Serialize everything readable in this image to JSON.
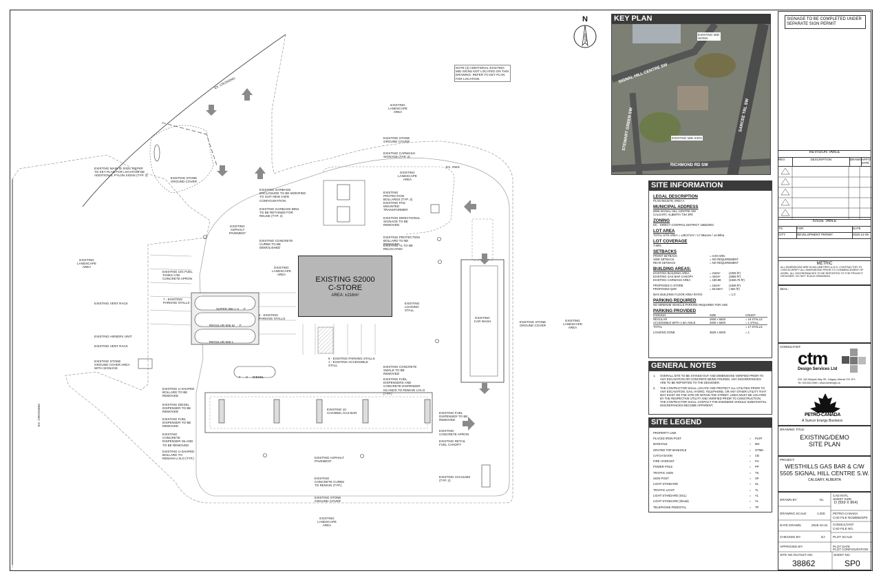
{
  "north": {
    "letter": "N",
    "text": "TRUE"
  },
  "key_plan": {
    "title": "KEY PLAN",
    "streets": [
      "SIGNAL HILL CENTRE SW",
      "STEWART GREEN SW",
      "SARCEE TRL SW",
      "RICHMOND RD SW"
    ],
    "callouts": [
      "EXISTING MID SIGNS",
      "EXISTING MID SIGN"
    ]
  },
  "signage_note": "SIGNAGE TO BE COMPLETED UNDER SEPARATE SIGN PERMIT",
  "mid_sign_note": "NOTE (2) ADDITIONAL EXISTING MID SIGNS NOT LOCATED ON THIS DRAWING. REFER TO KEY PLAN FOR LOCATION.",
  "store": {
    "title1": "EXISTING S2000",
    "title2": "C-STORE",
    "area": "AREA: ±216m²"
  },
  "plan_labels": [
    "EXISTING LANDSCAPE AREA",
    "EXISTING STONE GROUND COVER",
    "EXISTING CARWASH SIGNAGE (TYP. 2)",
    "EXISTING LANDSCAPE AREA",
    "EXISTING MAIN ID SIGN. REFER TO KEY PLAN FOR LOCATION OF ADDITIONAL PYLON SIGNS (TYP. 3)",
    "EXISTING STONE GROUND COVER",
    "EXISTING GARBAGE ENCLOSURE TO BE MODIFIED TO SUIT NEW 2-BIN CONFIGURATION",
    "EXISTING GARBAGE BINS TO BE RETAINED FOR REUSE (TYP. 2)",
    "EXISTING ASPHALT PAVEMENT",
    "EXISTING CONCRETE CURBS TO BE DEMOLISHED",
    "EXISTING PROTECTION BOLLARDS (TYP. 2)",
    "EXISTING PAD MOUNTED TRANSFORMER",
    "EXISTING DIRECTIONAL SIGNAGE TO BE REMOVED",
    "EXISTING PROTECTION BOLLARD TO BE REMOVED",
    "EXISTING YL TO BE RELOCATED",
    "EXISTING LANDSCAPE AREA",
    "EXISTING LANDSCAPE AREA",
    "EXISTING U/G FUEL TANKS C/W CONCRETE APRON",
    "7 - EXISTING PARKING STALLS",
    "4 - EXISTING PARKING STALLS",
    "EXISTING VENT RACK",
    "EXISTING AIRSERV UNIT",
    "EXISTING VENT RACK",
    "EXISTING STONE GROUND COVER AREA WITH SIGNAGE",
    "EXISTING LOADING STALL",
    "EXISTING CAR WASH",
    "EXISTING STONE GROUND COVER",
    "EXISTING LANDSCAPE AREA",
    "5 - EXISTING PARKING STALLS\n1 - EXISTING ACCESSIBLE STALL",
    "EXISTING CONCRETE SWALE TO BE REMOVED",
    "EXISTING FUEL DISPENSERS AND CONCRETE DISPENSER ISLANDS TO REMAIN U.N.O (TYP.)",
    "EXISTING U-SHAPED BOLLARD TO BE REMOVED",
    "EXISTING DIESEL DISPENSER TO BE REMOVED",
    "EXISTING FUEL DISPENSER TO BE REMOVED",
    "EXISTING CONCRETE DISPENSER ISLAND TO BE REMOVED",
    "EXISTING U-SHAPED BOLLARD TO REMAIN U.N.O (TYP.)",
    "EXISTING 10 CHANNEL GAS BAR",
    "EXISTING FUEL DISPENSER TO BE REMOVED",
    "EXISTING CONCRETE APRON",
    "EXISTING RETAIL FUEL CANOPY",
    "EXISTING ASPHALT PAVEMENT",
    "EXISTING CONCRETE CURBS TO REMAIN (TYP.)",
    "EXISTING VACUUMS (TYP. 2)",
    "EXISTING STONE GROUND COVER",
    "EXISTING LANDSCAPE AREA",
    "EX. CROSSING",
    "EX. CROSSING",
    "EX. OWS"
  ],
  "tank_labels": [
    "SUPER 35K L",
    "V",
    "F",
    "REGULAR 50K L",
    "V",
    "F",
    "REGULAR 50K L",
    "DIESEL",
    "V",
    "F"
  ],
  "site_info": {
    "title": "SITE INFORMATION",
    "legal_h": "LEGAL DESCRIPTION",
    "legal": "PLAN 0813278; AREA A",
    "addr_h": "MUNICIPAL ADDRESS",
    "addr1": "5505 SIGNAL HILL CENTRE SW",
    "addr2": "CALGARY, ALBERTA T3H 3P8",
    "zoning_h": "ZONING",
    "zoning": "DC - DIRECT CONTROL DISTRICT 16BZ2003",
    "lot_h": "LOT AREA",
    "lot": "TOTAL SITE AREA = ±28,571m² / ±7.06acres / ±2.86ha",
    "cov_h": "LOT COVERAGE",
    "cov": "7.66%",
    "setback_h": "SETBACKS",
    "setbacks": [
      [
        "FRONT SETBACK",
        "= 3.0m MIN."
      ],
      [
        "SIDE SETBACK",
        "= NO REQUIREMENT"
      ],
      [
        "REAR SETBACK",
        "= NO REQUIREMENT"
      ]
    ],
    "bldg_h": "BUILDING AREAS:",
    "bldg": [
      [
        "EXISTING BUILDING AREA",
        "= 216m²",
        "(2325 ft²)"
      ],
      [
        "EXISTING GAS BAR CANOPY",
        "= 424m²",
        "(4565 ft²)"
      ],
      [
        "EXISTING CARWASH AREA",
        "= 180.88",
        "(1946.76 ft²)"
      ]
    ],
    "bldg2": [
      [
        "PROPOSED C-STORE",
        "= 152m²",
        "(1636 ft²)"
      ],
      [
        "PROPOSED QSR",
        "= 84.50m²",
        "( 864 ft²)"
      ]
    ],
    "far": [
      "MAX BUILDING FLOOR AREA RATIO",
      "= 1.0"
    ],
    "preq_h": "PARKING REQUIRED",
    "preq": "NO MINIMUM VEHICLE PARKING REQUIRED FOR USE",
    "pprov_h": "PARKING PROVIDED",
    "pprov_cols": [
      "PARKING",
      "SIZE",
      "COUNT"
    ],
    "pprov": [
      [
        "REGULAR",
        "2600 x 5500",
        "= 16 STALLS"
      ],
      [
        "ACCESSIBLE WITH 1.5m AISLE",
        "4000 x 5500",
        "= 1 STALL"
      ]
    ],
    "total": [
      "TOTAL",
      "= 17 STALLS"
    ],
    "loading": [
      "LOADING ZONE",
      "3620 x 9200",
      "= 1"
    ]
  },
  "notes": {
    "title": "GENERAL NOTES",
    "items": [
      "OVERALL SITE TO BE STAKED-OUT AND DIMENSIONS VERIFIED PRIOR TO ANY EXCAVATION OR CONCRETE BEING POURED. ANY DISCREPANCIES ARE TO BE REPORTED TO THE DESIGNER.",
      "THE CONTRACTOR SHALL LOCATE AND PROTECT ALL UTILITIES PRIOR TO ANY EXCAVATION. GAS, HYDRO, TELEPHONE, OR ANY OTHER UTILITY THAT MAY EXIST ON THE SITE OR WITHIN THE STREET. LINES MUST BE LOCATED BY THE RESPECTIVE UTILITY AND VERIFIED PRIOR TO CONSTRUCTION. THE CONTRACTOR SHALL CONTACT THE ENGINEER SHOULD SUBSTANTIAL DISCREPANCIES BECOME APPARENT."
    ]
  },
  "legend": {
    "title": "SITE LEGEND",
    "items": [
      [
        "PROPERTY LINE",
        ""
      ],
      [
        "PLACED IRON POST",
        "PL/IP"
      ],
      [
        "MANHOLE",
        "MH"
      ],
      [
        "GRATED TOP MANHOLE",
        "GTMH"
      ],
      [
        "CATCH BASIN",
        "CB"
      ],
      [
        "FIRE HYDRANT",
        "FH"
      ],
      [
        "POWER POLE",
        "PP"
      ],
      [
        "TRAFFIC SIGN",
        "TS"
      ],
      [
        "SIGN POST",
        "SP"
      ],
      [
        "LIGHT STANDARD",
        "SL"
      ],
      [
        "TRAFFIC LIGHT",
        "TL"
      ],
      [
        "LIGHT STANDARD (SGL)",
        "YL"
      ],
      [
        "LIGHT STANDARD (2head)",
        "YL"
      ],
      [
        "TELEPHONE PEDESTAL",
        "TP"
      ]
    ]
  },
  "revision": {
    "title": "REVISION TABLE",
    "cols": [
      "REV.",
      "DESCRIPTION",
      "DRAWN",
      "APP'D",
      "DATE"
    ]
  },
  "issue": {
    "title": "ISSUE TABLE",
    "cols": [
      "TO",
      "FOR",
      "DATE"
    ],
    "row": [
      "CITY",
      "DEVELOPMENT PERMIT",
      "2025-12-05"
    ]
  },
  "metric": {
    "title": "METRIC",
    "text": "ALL DIMENSIONS ARE IN MILLIMETRES U.N.O. CONTRACTOR TO CHECK/VERIFY ALL DIMENSIONS PRIOR TO COMMENCEMENT OF WORK. ALL DISCREPANCIES TO BE REPORTED TO THE PROJECT DESIGNER. DO NOT SCALE DRAWINGS."
  },
  "seal": "SEAL:",
  "consultant": {
    "label": "CONSULTANT:",
    "brand": "ctm",
    "sub": "Design Services Ltd",
    "addr": "225, 340 Midpark Way SE, Calgary, Alberta T2X 1P1",
    "tel": "Tel. 403.640.0060 • www.ctmdesign.ca"
  },
  "petro": {
    "name": "PETRO-CANADA",
    "tag": "A Suncor Energy Business"
  },
  "drawing": {
    "label": "DRAWING TITLE:",
    "t1": "EXISTING/DEMO",
    "t2": "SITE PLAN"
  },
  "project": {
    "label": "PROJECT:",
    "l1": "WESTHILLS GAS BAR & C/W",
    "l2": "5505 SIGNAL HILL CENTRE S.W.",
    "l3": "CALGARY, ALBERTA"
  },
  "title_fields": {
    "drawn_by": "DRAWN BY:",
    "drawn_val": "DL",
    "cad_initial": "CAD INITL.",
    "sheet_size": "SHEET SIZE:",
    "sheet_val": "D (559 x 864)",
    "petro_label": "PETRO-CANADA",
    "cad_file": "CAD FILE No.",
    "cad_file_val": "38862SP0",
    "scale_label": "DRAWING SCALE:",
    "scale_val": "1:200",
    "consult_label": "CONSULTANT",
    "cad_file2": "CAD FILE No.",
    "date_label": "DATE DRAWN:",
    "date_val": "2025-10-31",
    "plot_scale": "PLOT SCALE",
    "checked": "CHECKED BY:",
    "checked_val": "DJ",
    "plot_date": "PLOT DATE",
    "approved": "APPROVED BY:",
    "plot_config": "PLOT CONFIGURATION",
    "site_no_label": "SITE No./OUTLET No.",
    "site_no": "38862",
    "sheet_label": "SHEET No.",
    "sheet_no": "SP0"
  }
}
